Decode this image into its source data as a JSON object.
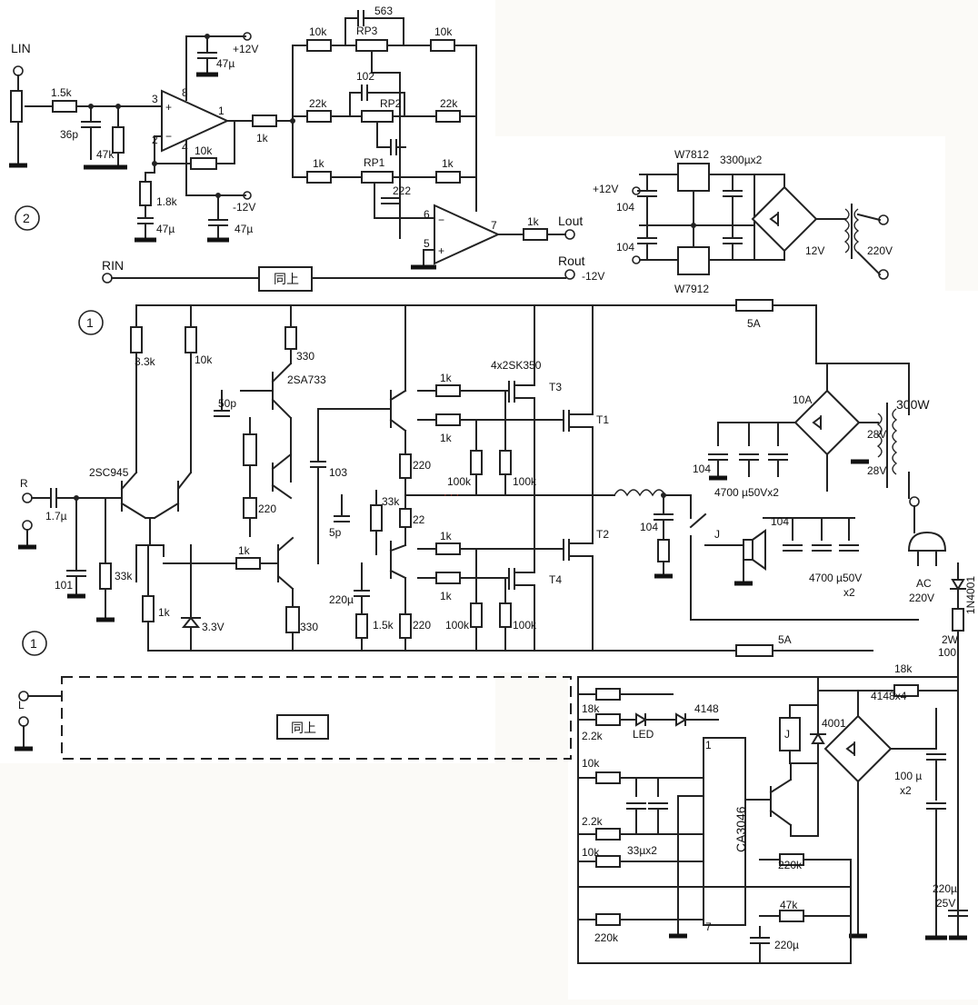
{
  "labels": {
    "l_in": "LIN",
    "r_in": "RIN",
    "l_out": "Lout",
    "r_out": "Rout",
    "circle_1": "1",
    "circle_2": "2",
    "circle_3": "1",
    "r_input": "R",
    "l_input": "L",
    "same_as_above": "同上"
  },
  "preamp": {
    "r1": "1.5k",
    "c1": "36p",
    "r2": "47k",
    "pin3": "3",
    "pin8": "8",
    "pin2": "2",
    "pin4": "4",
    "pin1": "1",
    "vplus": "+12V",
    "cap47": "47µ",
    "vminus": "-12V",
    "cap47b": "47µ",
    "r10k": "10k",
    "r18k": "1.8k",
    "rp3": "RP3",
    "c563": "563",
    "r10a": "10k",
    "r10b": "10k",
    "rp2": "RP2",
    "c102": "102",
    "r22a": "22k",
    "r22b": "22k",
    "r1k_a": "1k",
    "rp1": "RP1",
    "r1k_b": "1k",
    "r1k_c": "1k",
    "c222": "222",
    "pin6": "6",
    "pin5": "5",
    "pin7": "7",
    "r1k_out": "1k",
    "minus12": "-12V"
  },
  "psu_top": {
    "w7812": "W7812",
    "w7912": "W7912",
    "c3300": "3300µx2",
    "plus12": "+12V",
    "c104a": "104",
    "c104b": "104",
    "v12": "12V",
    "v220": "220V"
  },
  "power_amp": {
    "r33k": "3.3k",
    "r10k": "10k",
    "r330a": "330",
    "q_2sa733": "2SA733",
    "c50p": "50p",
    "q_2sc945": "2SC945",
    "c17": "1.7µ",
    "c101": "101",
    "r33ka": "33k",
    "r1k": "1k",
    "z33": "3.3V",
    "r1ka": "1k",
    "r220a": "220",
    "c103": "103",
    "c5p": "5p",
    "r33kb": "33k",
    "r22": "22",
    "c220u": "220µ",
    "r15k": "1.5k",
    "r330b": "330",
    "r220b": "220",
    "mosfets": "4x2SK350",
    "t3": "T3",
    "t1": "T1",
    "t2": "T2",
    "t4": "T4",
    "r1k_g1": "1k",
    "r1k_g2": "1k",
    "r1k_g3": "1k",
    "r1k_g4": "1k",
    "r100k_a": "100k",
    "r100k_b": "100k",
    "r100k_c": "100k",
    "r100k_d": "100k",
    "r220c": "220",
    "c104": "104",
    "relay": "J",
    "fuse5a": "5A",
    "fuse5b": "5A"
  },
  "psu_main": {
    "f10a": "10A",
    "w300": "300W",
    "v28a": "28V",
    "v28b": "28V",
    "c104a": "104",
    "c104b": "104",
    "c4700a": "4700 µ50Vx2",
    "c4700b": "4700 µ50V",
    "x2": "x2",
    "ac": "AC",
    "ac220": "220V",
    "d1n4001": "1N4001",
    "r2w": "2W",
    "r100": "100"
  },
  "protect": {
    "r18k_a": "18k",
    "r18k_b": "18k",
    "r22k_a": "2.2k",
    "led": "LED",
    "d4148": "4148",
    "pin1": "1",
    "r10k_a": "10k",
    "r22k_b": "2.2k",
    "r10k_b": "10k",
    "c33": "33µx2",
    "ic": "CA3046",
    "relay": "J",
    "d4001": "4001",
    "bridge": "4148x4",
    "c100": "100 µ",
    "x2": "x2",
    "r220k_a": "220k",
    "r47k": "47k",
    "r220k_b": "220k",
    "pin7": "7",
    "c220u": "220µ",
    "c220u25": "220µ",
    "v25": "25V"
  }
}
